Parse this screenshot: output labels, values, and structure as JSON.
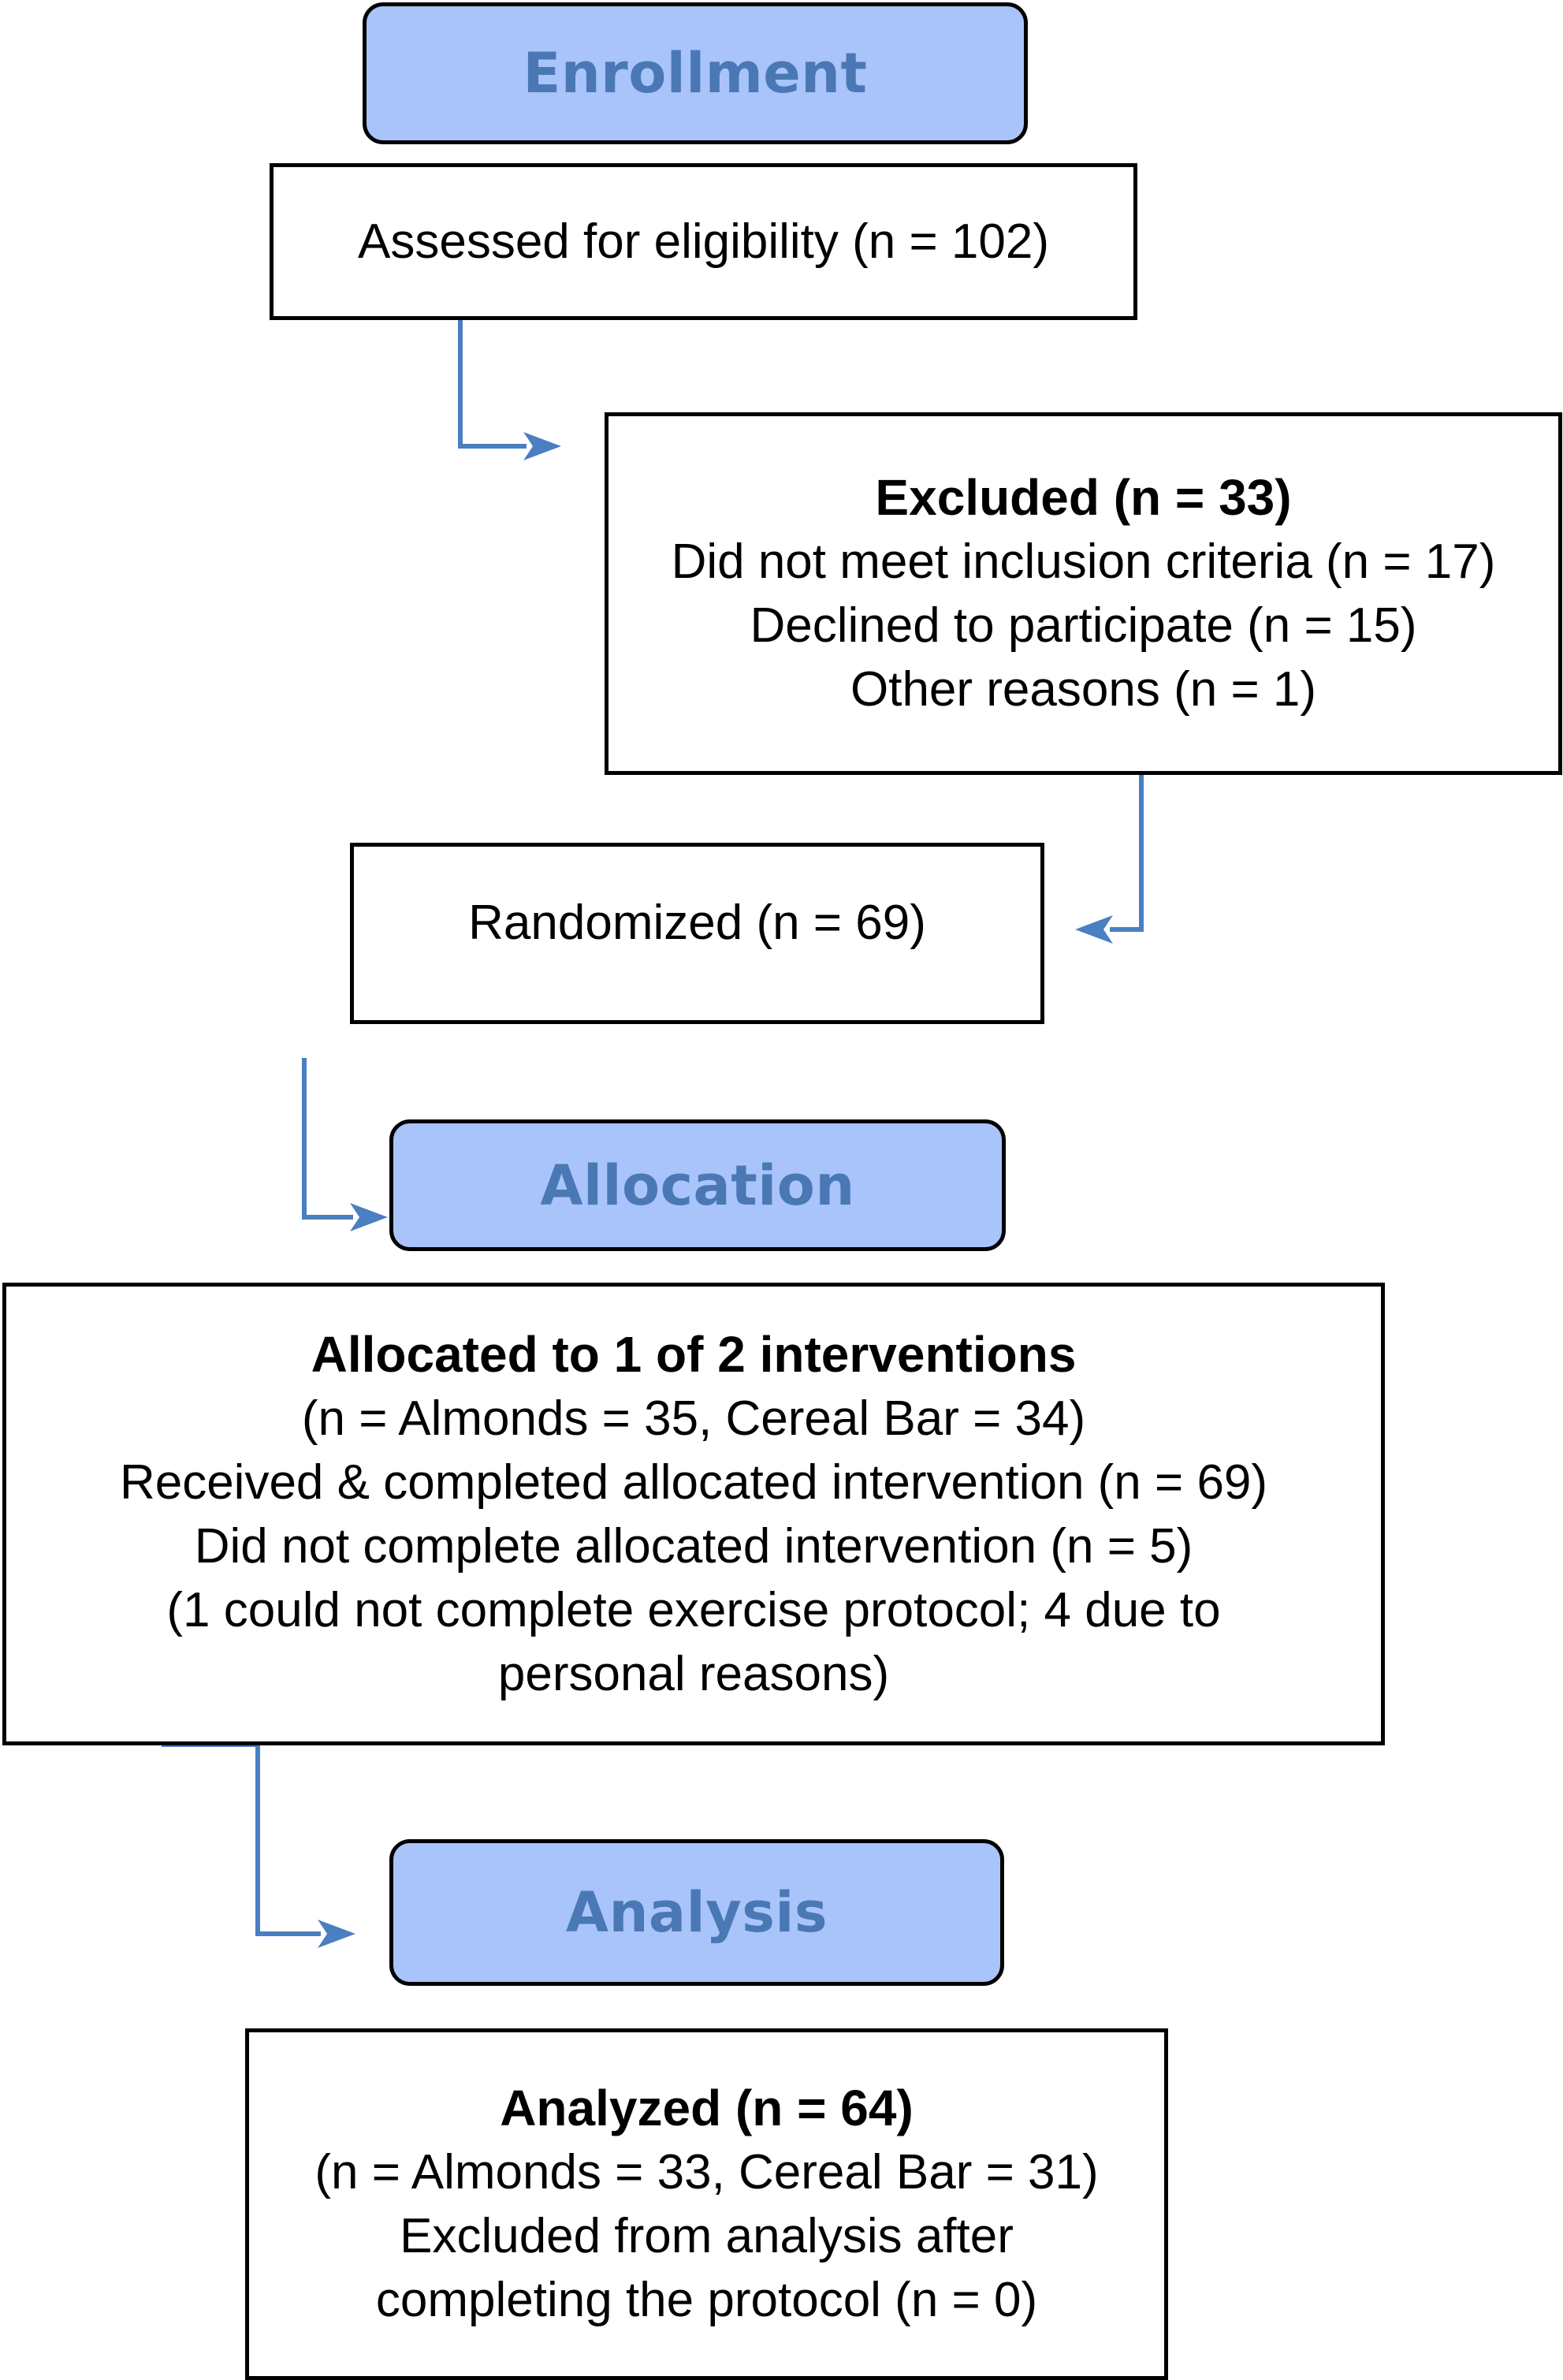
{
  "colors": {
    "phase_fill": "#a9c4fa",
    "phase_text": "#4a78b5",
    "arrow": "#4a7fc1",
    "box_border": "#000000"
  },
  "phases": {
    "enrollment": "Enrollment",
    "allocation": "Allocation",
    "analysis": "Analysis"
  },
  "boxes": {
    "eligibility": {
      "text": "Assessed for eligibility (n = 102)"
    },
    "excluded": {
      "title": "Excluded (n = 33)",
      "lines": [
        "Did not meet inclusion criteria (n = 17)",
        "Declined to participate (n = 15)",
        "Other reasons (n = 1)"
      ]
    },
    "randomized": {
      "text": "Randomized (n = 69)"
    },
    "allocated": {
      "title": "Allocated to 1 of 2 interventions",
      "lines": [
        "(n = Almonds = 35, Cereal Bar = 34)",
        "Received & completed allocated intervention (n = 69)",
        "Did not complete allocated intervention (n = 5)",
        "(1 could not complete exercise protocol; 4 due to",
        "personal reasons)"
      ]
    },
    "analyzed": {
      "title": "Analyzed (n = 64)",
      "lines": [
        "(n = Almonds = 33, Cereal Bar = 31)",
        "Excluded from analysis after",
        "completing the protocol (n = 0)"
      ]
    }
  }
}
